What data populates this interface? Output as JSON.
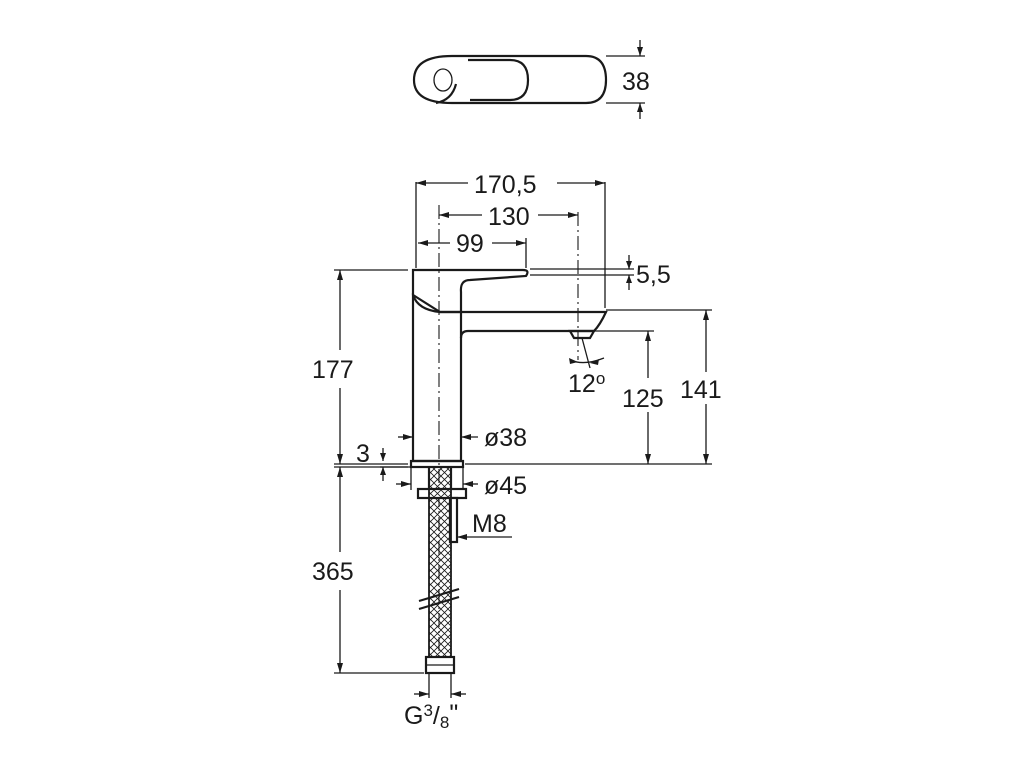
{
  "drawing": {
    "top_view": {
      "width_dim": "38"
    },
    "front_view": {
      "overall_depth": "170,5",
      "spout_axis": "130",
      "handle_axis": "99",
      "handle_thickness": "5,5",
      "total_height": "177",
      "spout_height": "125",
      "spout_top_height": "141",
      "flow_angle": "12",
      "flow_angle_unit": "o",
      "body_diameter": "ø38",
      "base_diameter": "ø45",
      "base_thickness": "3",
      "stud_thread": "M8",
      "hose_length": "365",
      "hose_thread_prefix": "G",
      "hose_thread_num": "3",
      "hose_thread_den": "8",
      "hose_thread_suffix": "\""
    }
  }
}
